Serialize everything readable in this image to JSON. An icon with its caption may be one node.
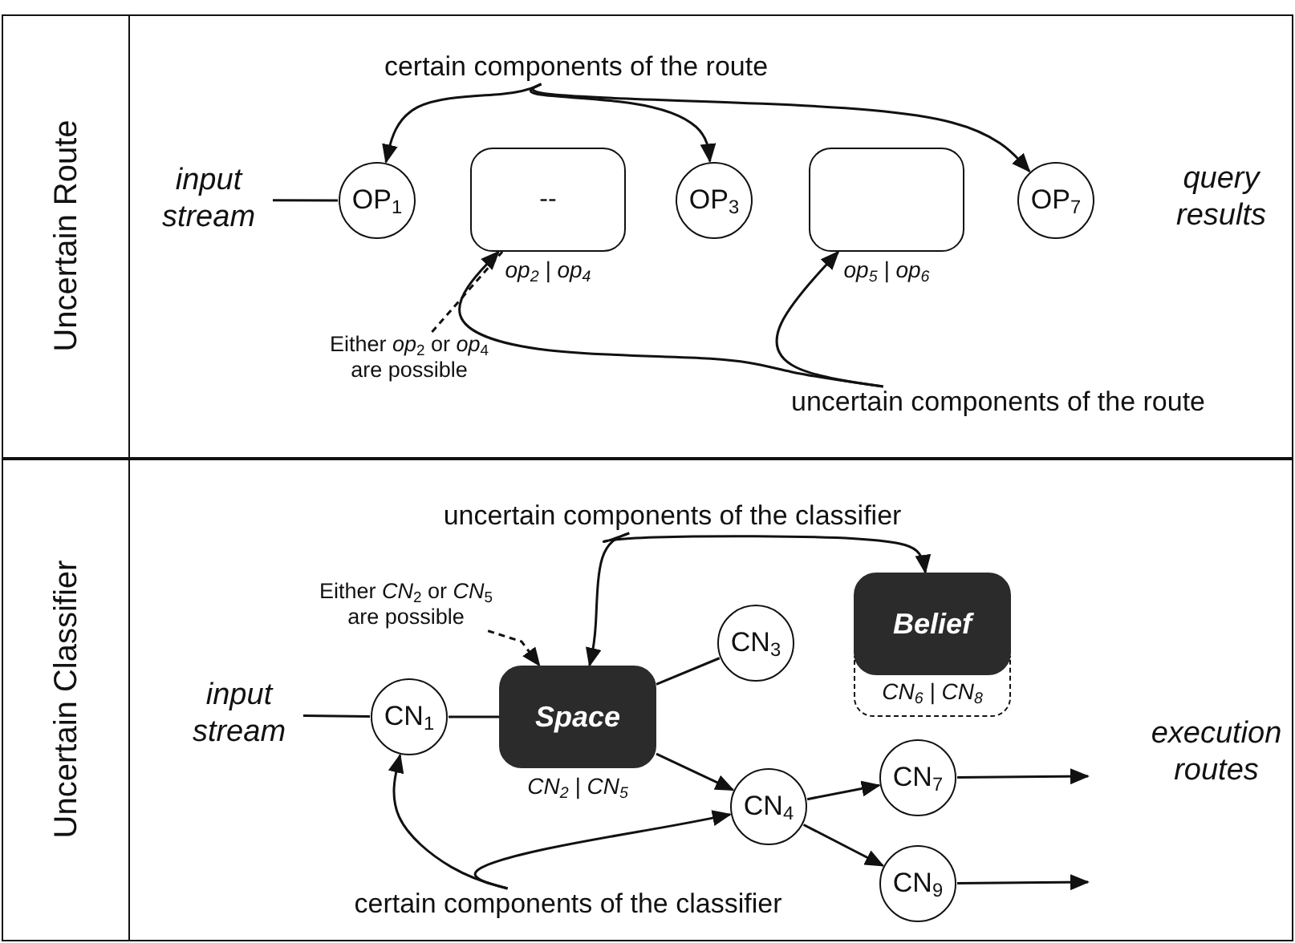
{
  "diagram": {
    "nodes": [
      {
        "text": [
          "Uncertain Route"
        ]
      },
      {
        "text": [
          "input stream"
        ],
        "in": 0
      },
      {
        "text": [
          "OP$_{1}$"
        ],
        "in": 0
      },
      {
        "text": [
          "--"
        ],
        "beside": [
          "op$_{2}$ | op$_{4}$"
        ],
        "in": 0
      },
      {
        "text": [
          "OP$_{3}$"
        ],
        "in": 0
      },
      {
        "text": [],
        "shape": "box",
        "beside": [
          "op$_{5}$ | op$_{6}$"
        ],
        "in": 0
      },
      {
        "text": [
          "OP$_{7}$"
        ],
        "in": 0
      },
      {
        "text": [
          "certain components of the route"
        ],
        "in": 0
      },
      {
        "text": [
          "uncertain components of the route"
        ],
        "in": 0
      },
      {
        "text": [
          "Either *op*$_{2}$ or *op*$_{4}$ are possible"
        ],
        "in": 0
      },
      {
        "text": [
          "Uncertain Classifier"
        ]
      },
      {
        "text": [
          "uncertain components of the classifier"
        ],
        "in": 10
      },
      {
        "text": [
          "Either *CN*$_{2}$ or *CN*$_{5}$ are possible"
        ],
        "in": 10
      },
      {
        "text": [
          "input stream"
        ],
        "in": 10
      },
      {
        "text": [
          "CN$_{1}$"
        ],
        "in": 10
      },
      {
        "text": [
          "Space"
        ],
        "beside": [
          "CN$_{2}$ | CN$_{5}$"
        ],
        "in": 10
      },
      {
        "text": [
          "CN$_{3}$"
        ],
        "in": 10
      },
      {
        "text": [
          "Belief"
        ],
        "beside": [
          "CN$_{6}$ | CN$_{8}$"
        ],
        "in": 10
      },
      {
        "text": [
          "CN$_{4}$"
        ],
        "in": 10
      },
      {
        "text": [
          "CN$_{7}$"
        ],
        "in": 10
      },
      {
        "text": [
          "CN$_{9}$"
        ],
        "in": 10
      },
      {
        "text": [
          "certain components of the classifier"
        ],
        "in": 10
      }
    ],
    "edges": [
      {
        "from": 1,
        "to": 2,
        "arrow": "none"
      },
      {
        "from": 7,
        "to": 2,
        "arrow": "to"
      },
      {
        "from": 7,
        "to": 4,
        "arrow": "to"
      },
      {
        "from": 7,
        "to": 6,
        "arrow": "to"
      },
      {
        "from": 8,
        "to": 3,
        "arrow": "to"
      },
      {
        "from": 8,
        "to": 5,
        "arrow": "to"
      },
      {
        "from": 9,
        "to": 3,
        "arrow": "none",
        "style": "dashed"
      },
      {
        "from": 13,
        "to": 14,
        "arrow": "none"
      },
      {
        "from": 14,
        "to": 15,
        "arrow": "none"
      },
      {
        "from": 15,
        "to": 16,
        "arrow": "none"
      },
      {
        "from": 15,
        "to": 18,
        "arrow": "to"
      },
      {
        "from": 18,
        "to": 19,
        "arrow": "to"
      },
      {
        "from": 18,
        "to": 20,
        "arrow": "to"
      },
      {
        "from": 19,
        "to": null,
        "arrow": "to"
      },
      {
        "from": 20,
        "to": null,
        "arrow": "to"
      },
      {
        "from": 11,
        "to": 15,
        "arrow": "to"
      },
      {
        "from": 11,
        "to": 17,
        "arrow": "to"
      },
      {
        "from": 12,
        "to": 15,
        "arrow": "to",
        "style": "dashed"
      },
      {
        "from": 21,
        "to": 14,
        "arrow": "to"
      },
      {
        "from": 21,
        "to": 18,
        "arrow": "to"
      }
    ],
    "labels": [
      "query results",
      "execution routes"
    ]
  }
}
